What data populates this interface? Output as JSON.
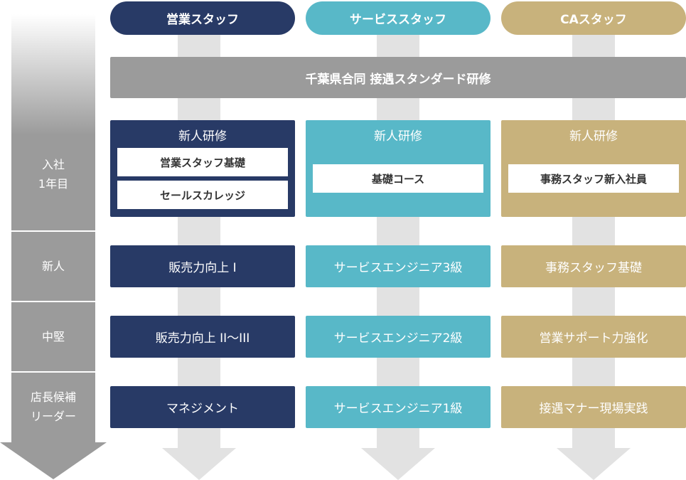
{
  "colors": {
    "sales": "#283a66",
    "service": "#58b8c8",
    "ca": "#c8b27c",
    "gray_bar": "#9b9b9b",
    "arrow": "#e2e2e2"
  },
  "columns": [
    {
      "label": "営業スタッフ"
    },
    {
      "label": "サービススタッフ"
    },
    {
      "label": "CAスタッフ"
    }
  ],
  "common_training": "千葉県合同 接遇スタンダード研修",
  "stages": [
    {
      "line1": "入社",
      "line2": "1年目"
    },
    {
      "line1": "新人",
      "line2": ""
    },
    {
      "line1": "中堅",
      "line2": ""
    },
    {
      "line1": "店長候補",
      "line2": "リーダー"
    }
  ],
  "new_hire": {
    "title": "新人研修",
    "sales_items": [
      "営業スタッフ基礎",
      "セールスカレッジ"
    ],
    "service_items": [
      "基礎コース"
    ],
    "ca_items": [
      "事務スタッフ新入社員"
    ]
  },
  "rows": [
    {
      "sales": "販売力向上 I",
      "service": "サービスエンジニア3級",
      "ca": "事務スタッフ基礎"
    },
    {
      "sales": "販売力向上 II〜III",
      "service": "サービスエンジニア2級",
      "ca": "営業サポート力強化"
    },
    {
      "sales": "マネジメント",
      "service": "サービスエンジニア1級",
      "ca": "接遇マナー現場実践"
    }
  ]
}
